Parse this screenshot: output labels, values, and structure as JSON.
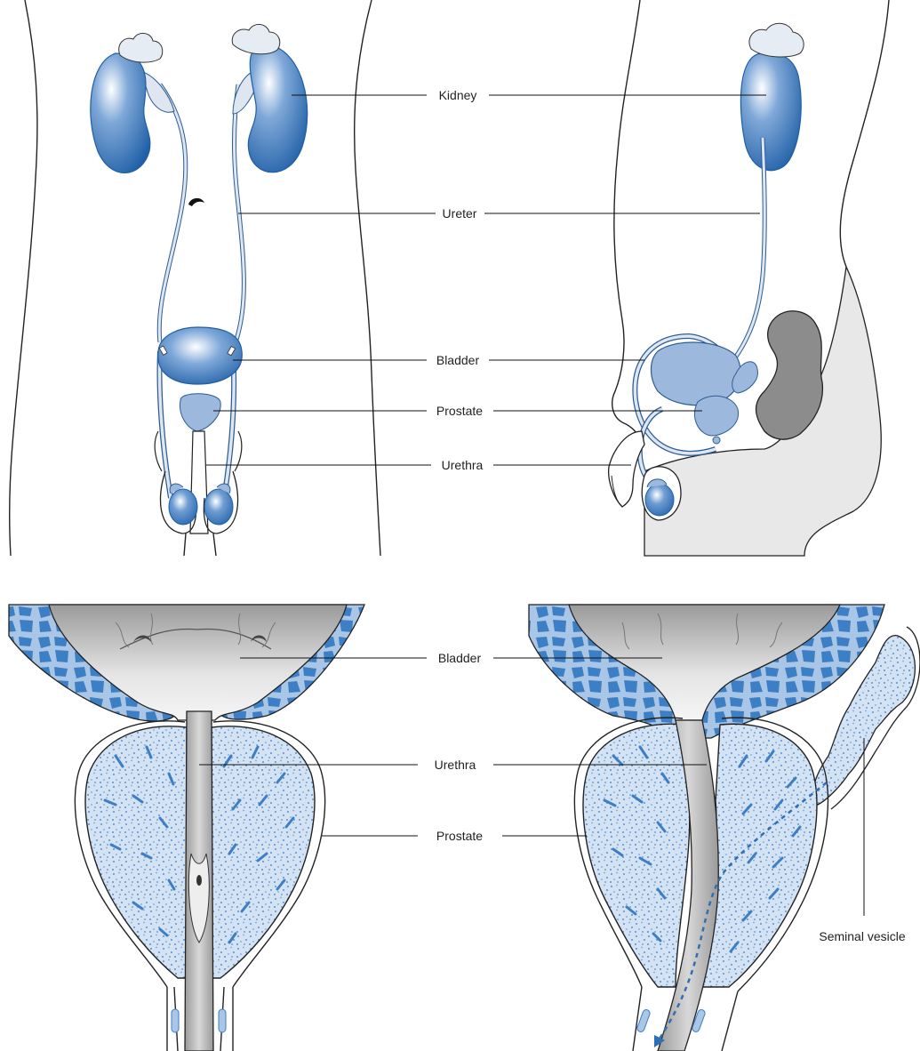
{
  "top": {
    "labels": {
      "kidney": "Kidney",
      "ureter": "Ureter",
      "bladder": "Bladder",
      "prostate": "Prostate",
      "urethra": "Urethra"
    }
  },
  "bottom": {
    "labels": {
      "bladder": "Bladder",
      "urethra": "Urethra",
      "prostate": "Prostate",
      "seminal_vesicle": "Seminal vesicle"
    }
  },
  "colors": {
    "organ_blue": "#2f6fb3",
    "organ_blue_light": "#9db8dd",
    "duct_pale": "#dfe6ef",
    "tissue_gray": "#c9c9c9",
    "rectum_gray": "#8c8c8c",
    "body_fill": "#e8e8e8",
    "muscle_blue": "#3d7fc4",
    "muscle_bg": "#a9c6e6",
    "prostate_stipple": "#bcd3ec"
  }
}
